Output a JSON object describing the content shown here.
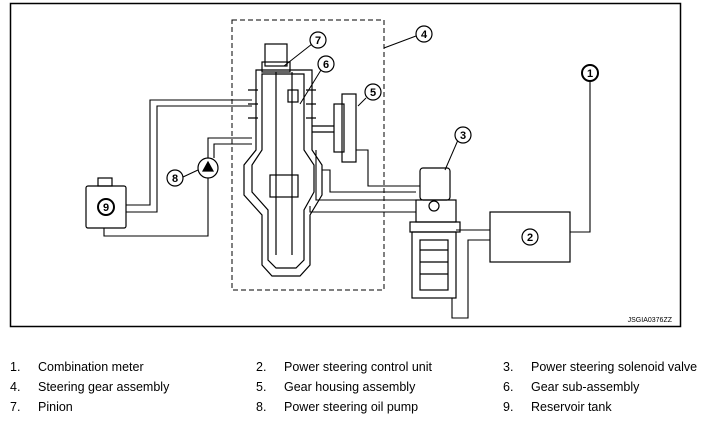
{
  "diagram": {
    "code": "JSGIA0376ZZ",
    "callouts": [
      "1",
      "2",
      "3",
      "4",
      "5",
      "6",
      "7",
      "8",
      "9"
    ]
  },
  "legend": [
    {
      "num": "1.",
      "text": "Combination meter"
    },
    {
      "num": "2.",
      "text": "Power steering control unit"
    },
    {
      "num": "3.",
      "text": "Power steering solenoid valve"
    },
    {
      "num": "4.",
      "text": "Steering gear assembly"
    },
    {
      "num": "5.",
      "text": "Gear housing assembly"
    },
    {
      "num": "6.",
      "text": "Gear sub-assembly"
    },
    {
      "num": "7.",
      "text": "Pinion"
    },
    {
      "num": "8.",
      "text": "Power steering oil pump"
    },
    {
      "num": "9.",
      "text": "Reservoir tank"
    }
  ]
}
